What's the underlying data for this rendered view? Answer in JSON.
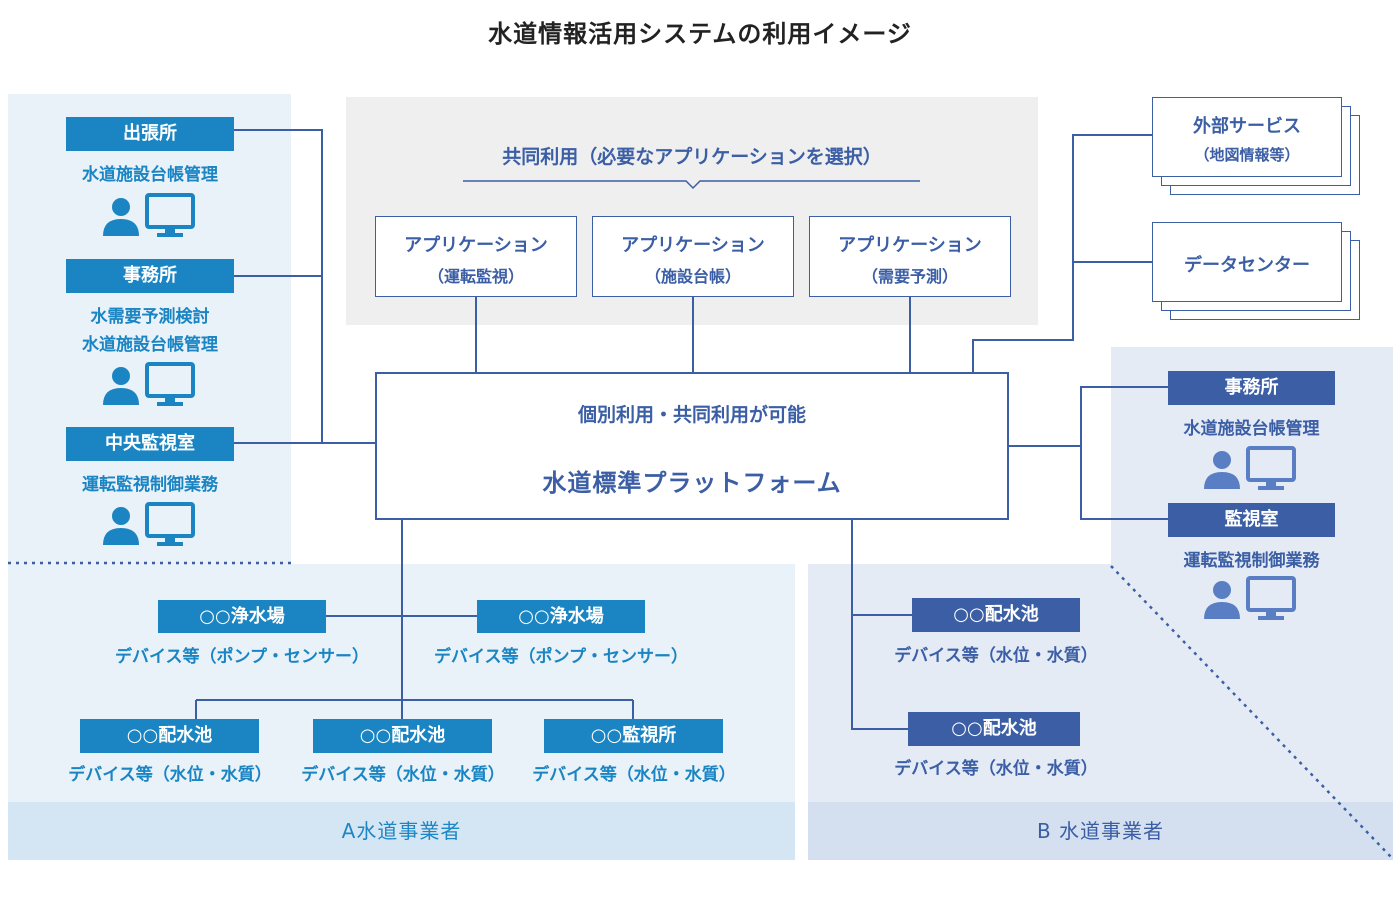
{
  "title": "水道情報活用システムの利用イメージ",
  "colors": {
    "blue": "#1a85c2",
    "navy": "#3b5ea5",
    "light_blue_bg": "#e9f1f9",
    "gray_bg": "#efefef"
  },
  "left_group": [
    {
      "label": "出張所",
      "tasks": [
        "水道施設台帳管理"
      ],
      "icons": [
        "person-icon",
        "monitor-icon"
      ]
    },
    {
      "label": "事務所",
      "tasks": [
        "水需要予測検討",
        "水道施設台帳管理"
      ],
      "icons": [
        "person-icon",
        "monitor-icon"
      ]
    },
    {
      "label": "中央監視室",
      "tasks": [
        "運転監視制御業務"
      ],
      "icons": [
        "person-icon",
        "monitor-icon"
      ]
    }
  ],
  "shared": {
    "heading": "共同利用（必要なアプリケーションを選択）",
    "apps": [
      {
        "name": "アプリケーション",
        "sub": "（運転監視）"
      },
      {
        "name": "アプリケーション",
        "sub": "（施設台帳）"
      },
      {
        "name": "アプリケーション",
        "sub": "（需要予測）"
      }
    ]
  },
  "platform": {
    "subtitle": "個別利用・共同利用が可能",
    "name": "水道標準プラットフォーム"
  },
  "external": [
    {
      "name": "外部サービス",
      "sub": "（地図情報等）"
    },
    {
      "name": "データセンター",
      "sub": ""
    }
  ],
  "right_group": [
    {
      "label": "事務所",
      "tasks": [
        "水道施設台帳管理"
      ],
      "icons": [
        "person-icon",
        "monitor-icon"
      ]
    },
    {
      "label": "監視室",
      "tasks": [
        "運転監視制御業務"
      ],
      "icons": [
        "person-icon",
        "monitor-icon"
      ]
    }
  ],
  "operator_a": {
    "name": "A水道事業者",
    "top_facilities": [
      {
        "label": "○○浄水場",
        "device": "デバイス等（ポンプ・センサー）"
      },
      {
        "label": "○○浄水場",
        "device": "デバイス等（ポンプ・センサー）"
      }
    ],
    "bottom_facilities": [
      {
        "label": "○○配水池",
        "device": "デバイス等（水位・水質）"
      },
      {
        "label": "○○配水池",
        "device": "デバイス等（水位・水質）"
      },
      {
        "label": "○○監視所",
        "device": "デバイス等（水位・水質）"
      }
    ]
  },
  "operator_b": {
    "name": "B 水道事業者",
    "facilities": [
      {
        "label": "○○配水池",
        "device": "デバイス等（水位・水質）"
      },
      {
        "label": "○○配水池",
        "device": "デバイス等（水位・水質）"
      }
    ]
  }
}
